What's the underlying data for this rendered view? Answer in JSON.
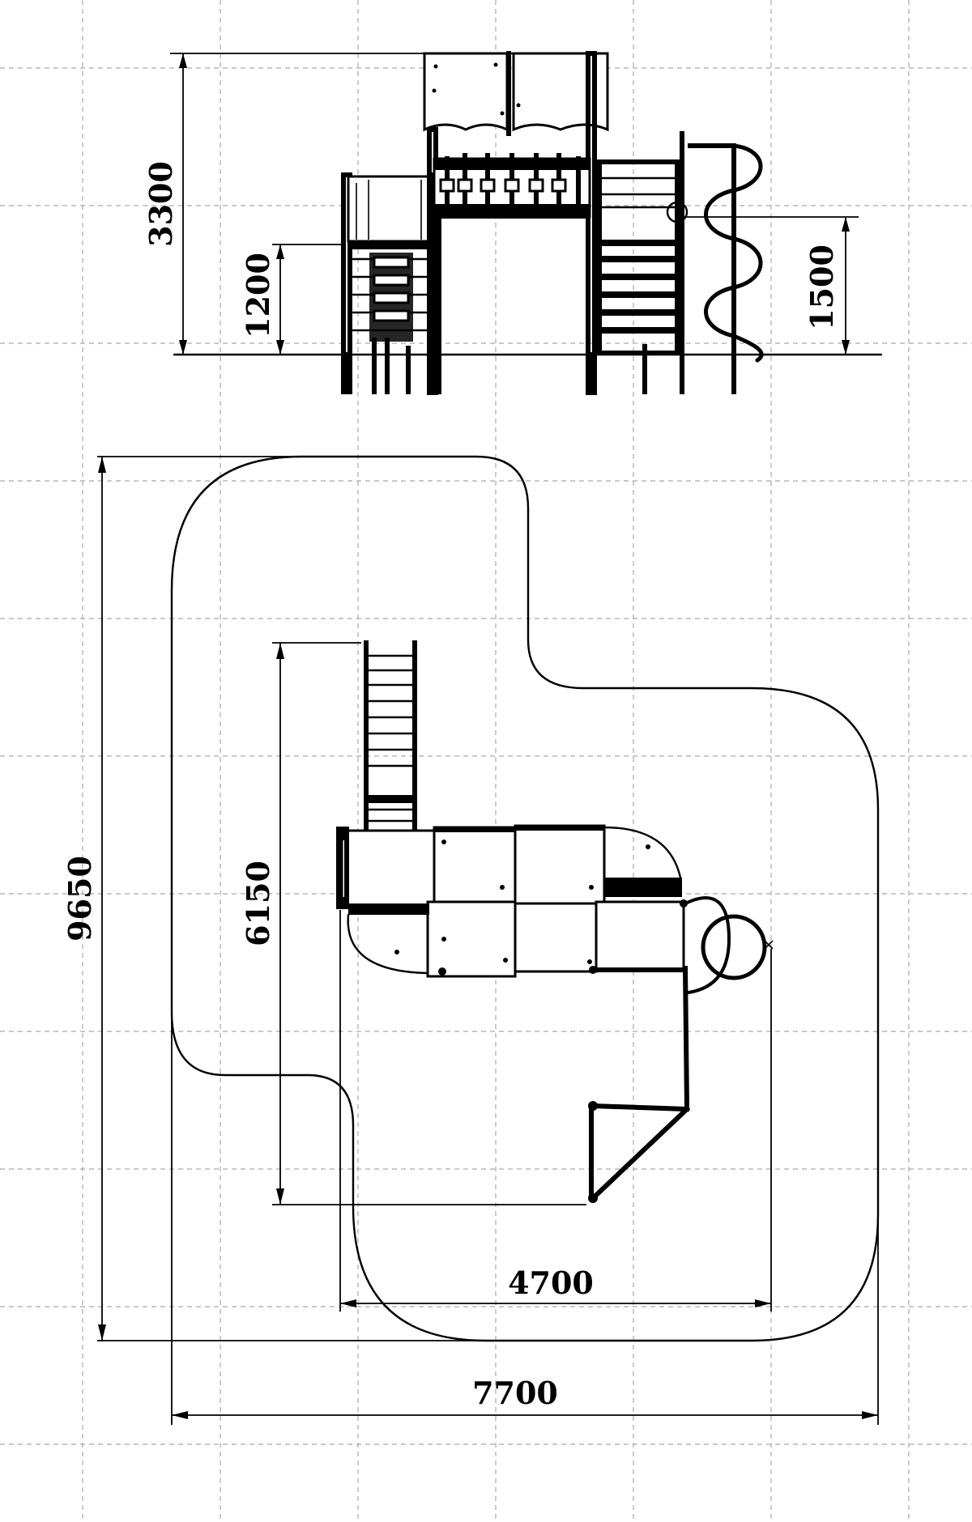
{
  "dimensions": {
    "side_total_height": "3300",
    "side_platform_height": "1200",
    "side_slide_height": "1500",
    "plan_total_length": "9650",
    "plan_structure_length": "6150",
    "plan_structure_width": "4700",
    "plan_total_width": "7700"
  }
}
